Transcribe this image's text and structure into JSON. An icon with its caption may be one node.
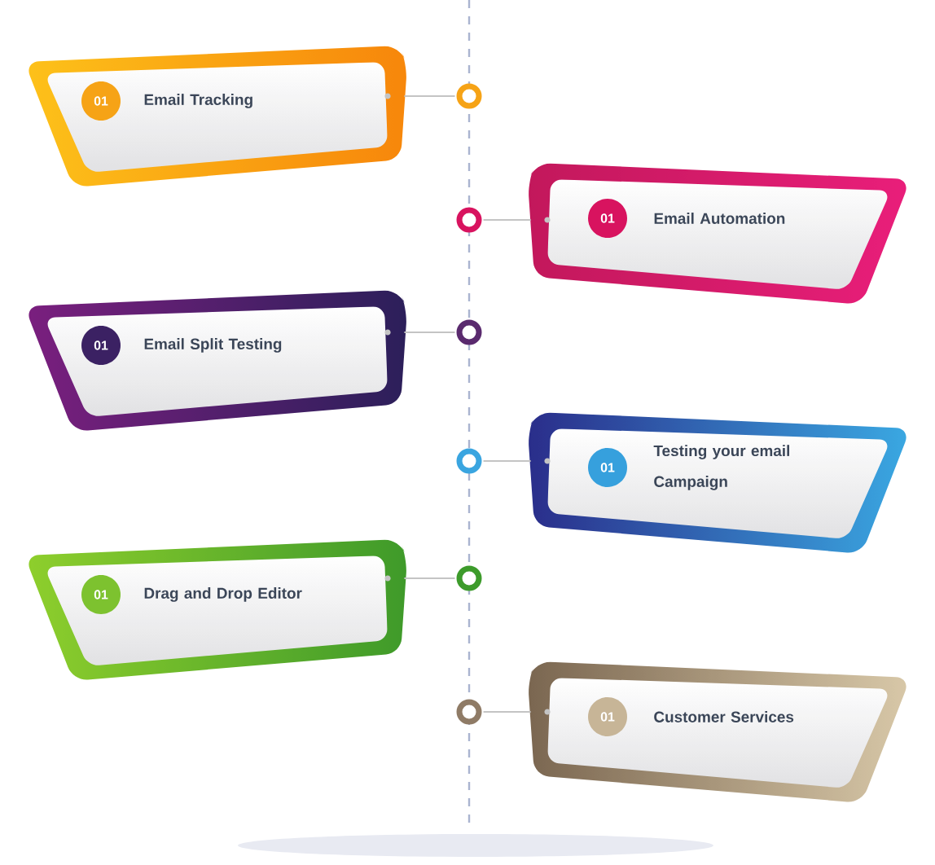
{
  "diagram": {
    "nodes": [
      {
        "text": [
          "01",
          "Email Tracking"
        ]
      },
      {
        "text": [],
        "shape": "circle"
      },
      {
        "text": [],
        "shape": "circle"
      },
      {
        "text": [
          "01",
          "Email Automation"
        ]
      },
      {
        "text": [
          "01",
          "Email Split Testing"
        ]
      },
      {
        "text": [],
        "shape": "circle"
      },
      {
        "text": [],
        "shape": "circle"
      },
      {
        "text": [
          "01",
          "Testing your email Campaign"
        ]
      },
      {
        "text": [
          "01",
          "Drag and Drop Editor"
        ]
      },
      {
        "text": [],
        "shape": "circle"
      },
      {
        "text": [],
        "shape": "circle"
      },
      {
        "text": [
          "01",
          "Customer Services"
        ]
      }
    ],
    "edges": [
      {
        "from": 0,
        "to": 1,
        "arrow": "none"
      },
      {
        "from": 3,
        "to": 2,
        "arrow": "none"
      },
      {
        "from": 4,
        "to": 5,
        "arrow": "none"
      },
      {
        "from": 7,
        "to": 6,
        "arrow": "none"
      },
      {
        "from": 8,
        "to": 9,
        "arrow": "none"
      },
      {
        "from": 11,
        "to": 10,
        "arrow": "none"
      }
    ]
  }
}
